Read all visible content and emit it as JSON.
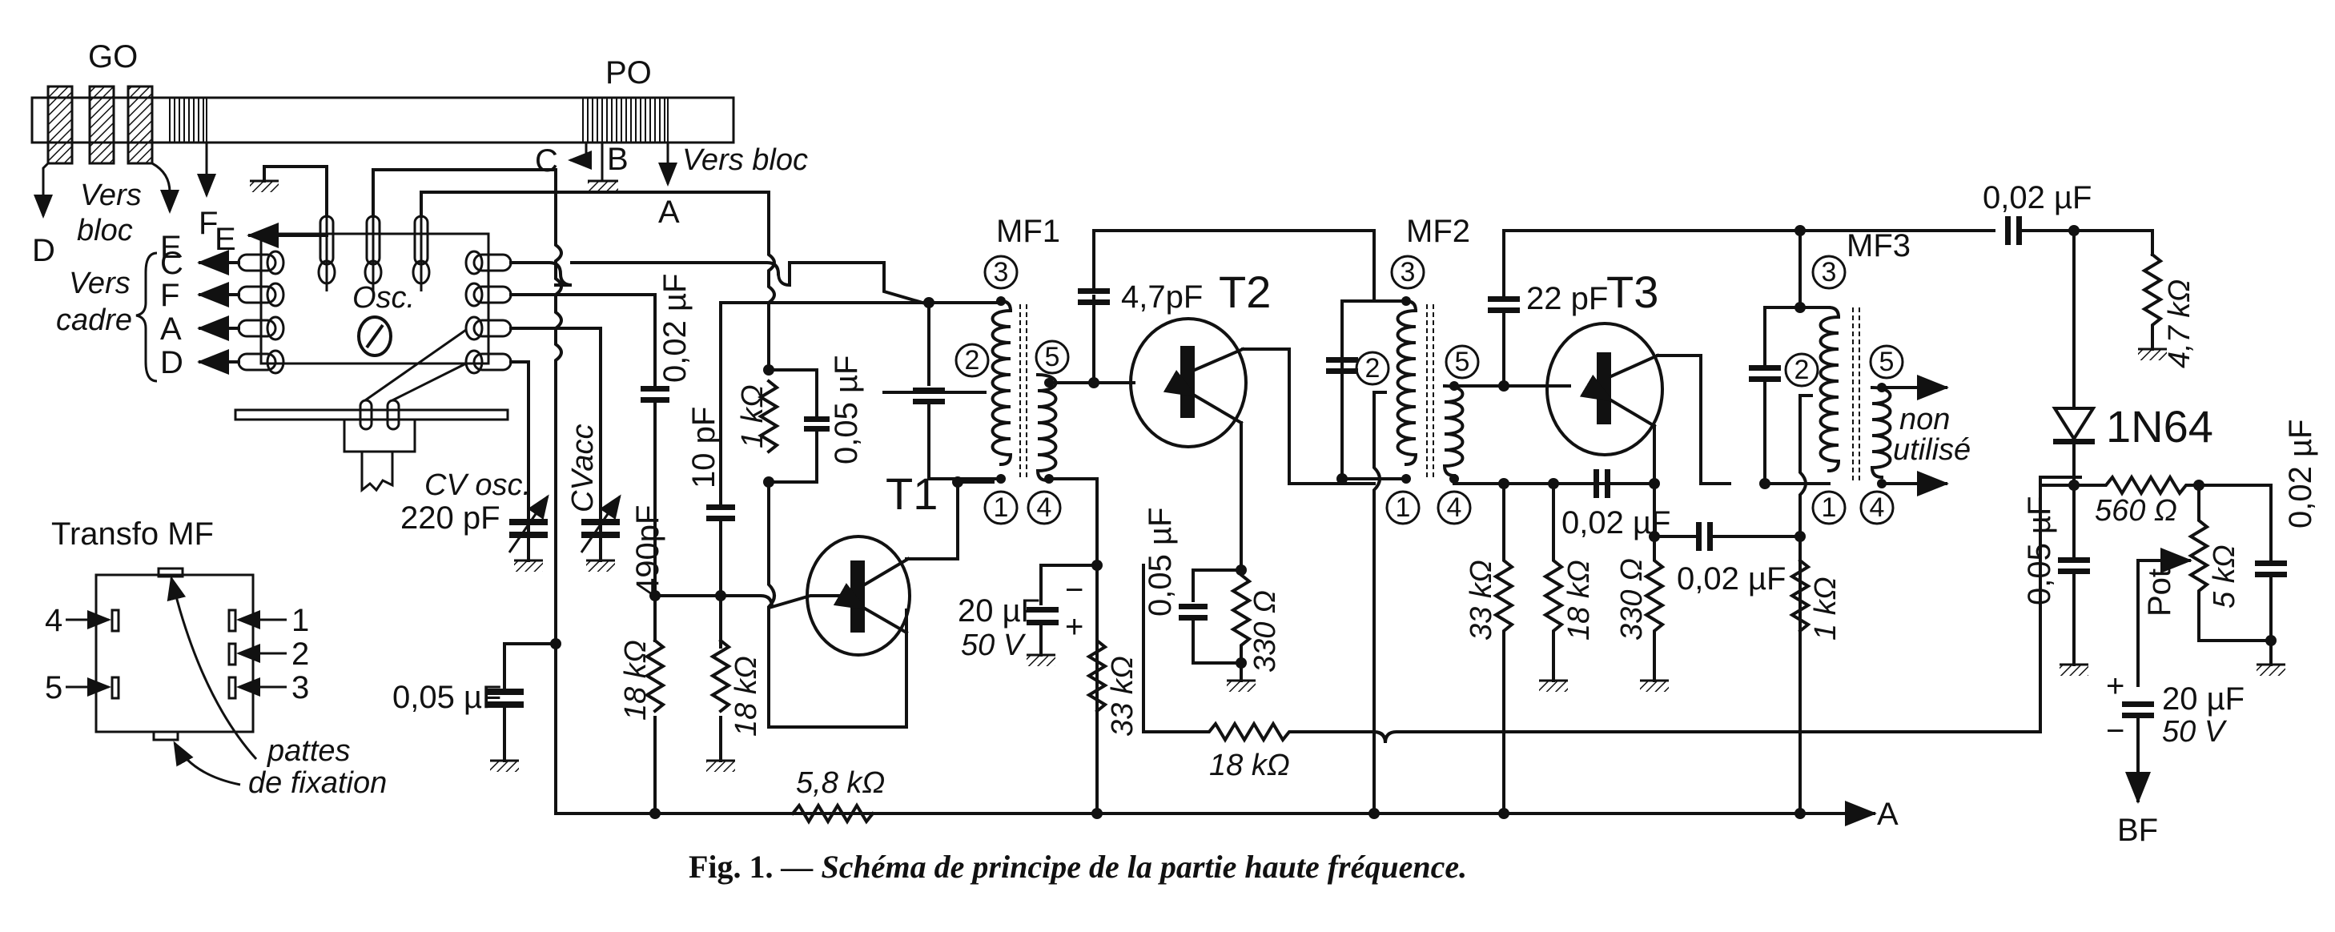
{
  "figure": {
    "caption_prefix": "Fig. 1.",
    "caption_text": " — Schéma de principe de la partie haute fréquence."
  },
  "antenna": {
    "go_label": "GO",
    "po_label": "PO",
    "vers_bloc_1": "Vers",
    "vers_bloc_2": "bloc",
    "vers_bloc_po": "Vers bloc",
    "tap_d": "D",
    "tap_e": "E",
    "tap_f": "F",
    "tap_c": "C",
    "tap_b": "B",
    "tap_a": "A"
  },
  "osc_block": {
    "label": "Osc.",
    "e_arrow": "E",
    "vers_cadre_1": "Vers",
    "vers_cadre_2": "cadre",
    "outputs": [
      "C",
      "F",
      "A",
      "D"
    ]
  },
  "components": {
    "cv_osc_name": "CV osc.",
    "cv_osc_value": "220 pF",
    "cv_acc_name": "CVacc",
    "cv_acc_value": "490pF",
    "c_002_vert": "0,02 µF",
    "c_10pf": "10 pF",
    "r_1k_t1": "1 kΩ",
    "c_005_t1": "0,05 µF",
    "r_18k_a": "18 kΩ",
    "r_18k_b": "18 kΩ",
    "c_005_left": "0,05 µF",
    "r_58k": "5,8 kΩ",
    "c_47pf": "4,7pF",
    "c_20uf": "20 µF",
    "c_20uf_v": "50 V",
    "r_33k_t2": "33 kΩ",
    "c_005_t2": "0,05 µF",
    "r_330_t2": "330 Ω",
    "r_18k_bus": "18 kΩ",
    "c_22pf": "22 pF",
    "c_002_t3": "0,02 µF",
    "c_002_t3b": "0,02 µF",
    "r_33k_t3": "33 kΩ",
    "r_18k_t3": "18 kΩ",
    "r_330_t3": "330 Ω",
    "r_1k_mf3": "1 kΩ",
    "c_002_out": "0,02 µF",
    "r_47k": "4,7 kΩ",
    "diode": "1N64",
    "r_560": "560 Ω",
    "c_005_det": "0,05 µF",
    "pot_label": "Pot",
    "pot_value": "5 kΩ",
    "c_002_det": "0,02 µF",
    "c_20uf_bf": "20 µF",
    "c_20uf_bf_v": "50 V",
    "plus": "+",
    "minus": "−"
  },
  "transistors": {
    "t1": "T1",
    "t2": "T2",
    "t3": "T3"
  },
  "transformers": {
    "mf1": "MF1",
    "mf2": "MF2",
    "mf3": "MF3",
    "pins": [
      "1",
      "2",
      "3",
      "4",
      "5"
    ],
    "non_utilise_1": "non",
    "non_utilise_2": "utilisé"
  },
  "outputs": {
    "a": "A",
    "bf": "BF"
  },
  "transfo_mf": {
    "title": "Transfo MF",
    "pins_left": [
      "4",
      "5"
    ],
    "pins_right": [
      "1",
      "2",
      "3"
    ],
    "pattes_1": "pattes",
    "pattes_2": "de fixation"
  }
}
